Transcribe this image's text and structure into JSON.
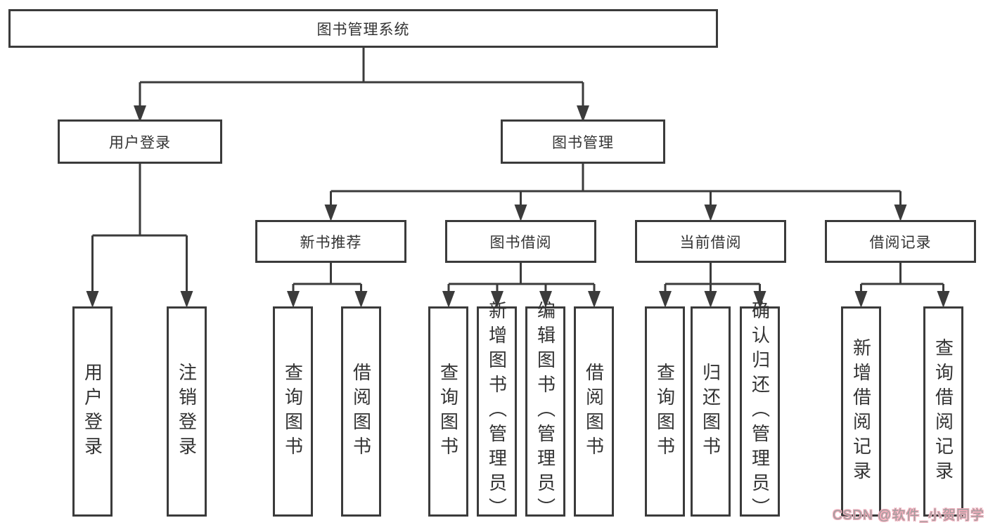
{
  "diagram": {
    "root": {
      "label": "图书管理系统"
    },
    "level1": [
      {
        "label": "用户登录"
      },
      {
        "label": "图书管理"
      }
    ],
    "level2": [
      {
        "label": "新书推荐"
      },
      {
        "label": "图书借阅"
      },
      {
        "label": "当前借阅"
      },
      {
        "label": "借阅记录"
      }
    ],
    "leaves": {
      "user_login": [
        "用户登录",
        "注销登录"
      ],
      "new_books": [
        "查询图书",
        "借阅图书"
      ],
      "borrow": [
        "查询图书",
        "新增图书（管理员）",
        "编辑图书（管理员）",
        "借阅图书"
      ],
      "current": [
        "查询图书",
        "归还图书",
        "确认归还（管理员）"
      ],
      "records": [
        "新增借阅记录",
        "查询借阅记录"
      ]
    }
  },
  "watermark": {
    "text": "CSDN @软件_小贺同学"
  },
  "colors": {
    "line": "#3b3b3b",
    "text": "#333333",
    "watermark_gray": "#9f9f9f",
    "watermark_pink": "#f2a9b8"
  }
}
